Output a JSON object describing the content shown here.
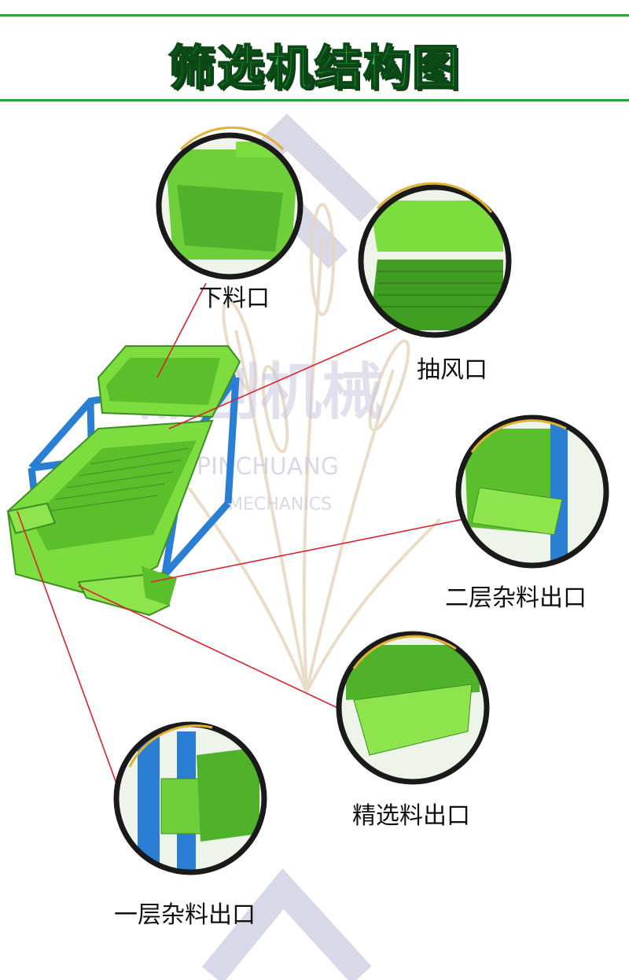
{
  "header": {
    "title": "筛选机结构图"
  },
  "labels": {
    "feed_inlet": "下料口",
    "air_suction_port": "抽风口",
    "second_layer_impurity_outlet": "二层杂料出口",
    "fine_material_outlet": "精选料出口",
    "first_layer_impurity_outlet": "一层杂料出口"
  },
  "watermark": {
    "brand": "品创机械",
    "latin_1": "PINCHUANG",
    "latin_2": "MECHANICS"
  },
  "colors": {
    "accent": "#2aa33a",
    "machine_green": "#6fcf3a",
    "frame_blue": "#2a7fd4",
    "leader": "#d9232e"
  }
}
